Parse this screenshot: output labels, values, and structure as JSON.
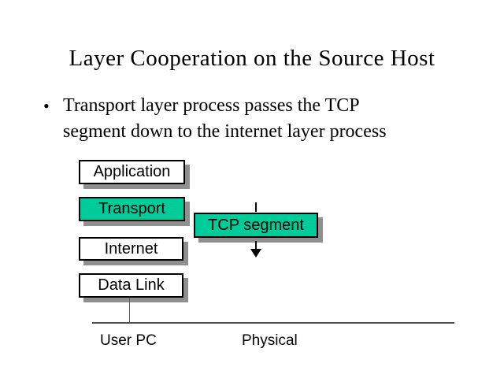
{
  "slide": {
    "title": "Layer Cooperation on the Source Host",
    "bullet": {
      "marker": "•",
      "line1": "Transport layer process passes the TCP",
      "line2": "segment down to the internet layer process"
    },
    "diagram": {
      "layers": [
        {
          "label": "Application",
          "fill": "#FFFFFF"
        },
        {
          "label": "Transport",
          "fill": "#00CC99"
        },
        {
          "label": "Internet",
          "fill": "#FFFFFF"
        },
        {
          "label": "Data Link",
          "fill": "#FFFFFF"
        }
      ],
      "tcp_segment": {
        "label": "TCP segment",
        "fill": "#00CC99"
      },
      "baseline_labels": {
        "left": "User PC",
        "right": "Physical"
      }
    },
    "colors": {
      "highlight_green": "#00CC99",
      "box_shadow_gray": "#8F8F8F",
      "wire_gray": "#4D4D4D"
    }
  }
}
